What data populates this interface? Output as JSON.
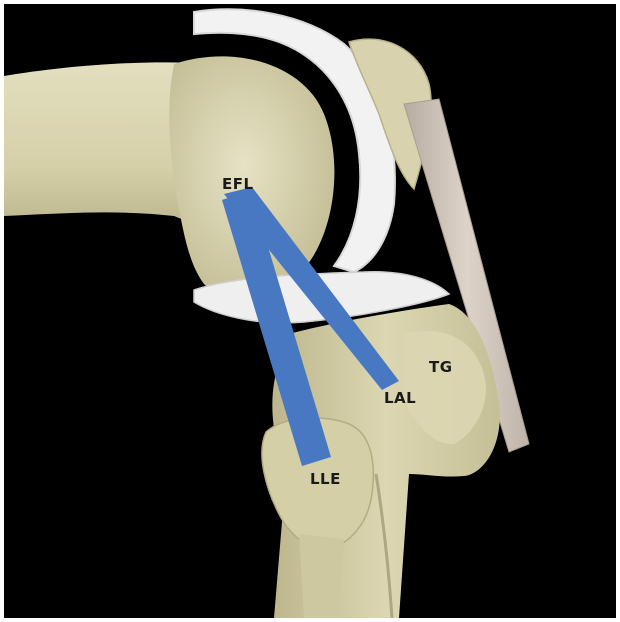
{
  "labels": {
    "efl": "EFL",
    "lal": "LAL",
    "lle": "LLE",
    "tg": "TG"
  },
  "colors": {
    "background": "#000000",
    "bone": "#d8d3ae",
    "bone_shadow": "#a9a47e",
    "cartilage": "#f3f3f3",
    "ligament": "#4878c2",
    "tendon": "#c9bfb4",
    "label_text": "#1a1a1a"
  }
}
